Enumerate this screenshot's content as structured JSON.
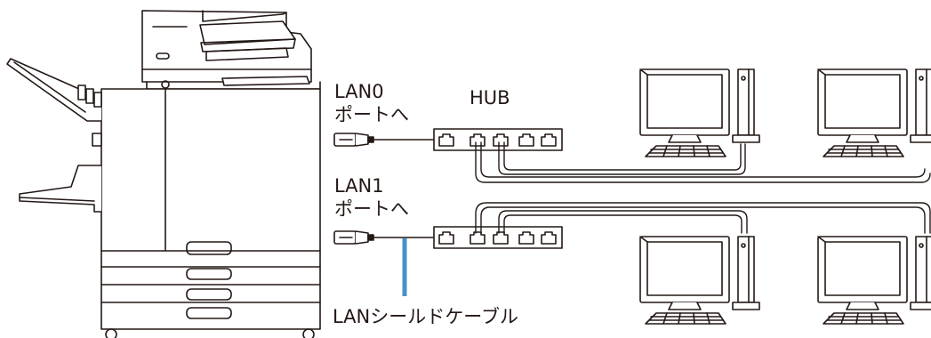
{
  "labels": {
    "lan0_line1": "LAN0",
    "lan0_line2": "ポートへ",
    "lan1_line1": "LAN1",
    "lan1_line2": "ポートへ",
    "hub": "HUB",
    "cable": "LANシールドケーブル"
  },
  "colors": {
    "line": "#231815",
    "highlight": "#4a90c8",
    "background": "#ffffff"
  },
  "icons": [
    "printer-icon",
    "hub-icon",
    "computer-icon",
    "lan-connector-icon",
    "lan-port-icon"
  ]
}
